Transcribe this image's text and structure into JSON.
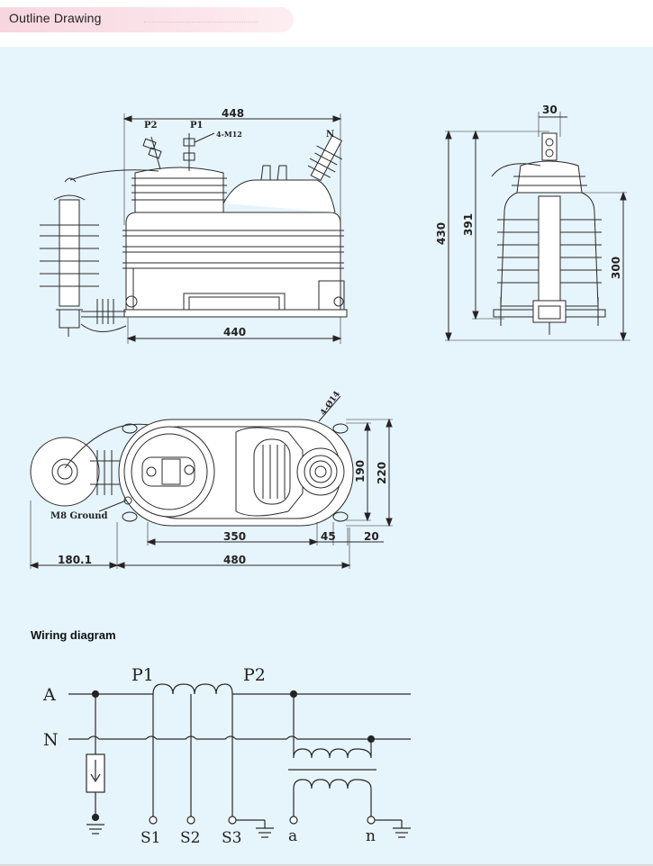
{
  "header": {
    "title": "Outline Drawing"
  },
  "front_view": {
    "dim_overall_width": "448",
    "dim_base_length": "440",
    "label_p2": "P2",
    "label_p1": "P1",
    "label_bolt": "4-M12",
    "label_n": "N"
  },
  "side_view": {
    "dim_top": "30",
    "dim_height_total": "430",
    "dim_height_mid": "391",
    "dim_height_body": "300"
  },
  "top_view": {
    "label_holes": "4-Ø14",
    "label_ground": "M8 Ground",
    "dim_190": "190",
    "dim_220": "220",
    "dim_350": "350",
    "dim_45": "45",
    "dim_20": "20",
    "dim_180": "180.1",
    "dim_480": "480"
  },
  "wiring": {
    "title": "Wiring diagram",
    "line_a": "A",
    "line_n": "N",
    "p1": "P1",
    "p2": "P2",
    "s1": "S1",
    "s2": "S2",
    "s3": "S3",
    "a": "a",
    "n": "n"
  }
}
